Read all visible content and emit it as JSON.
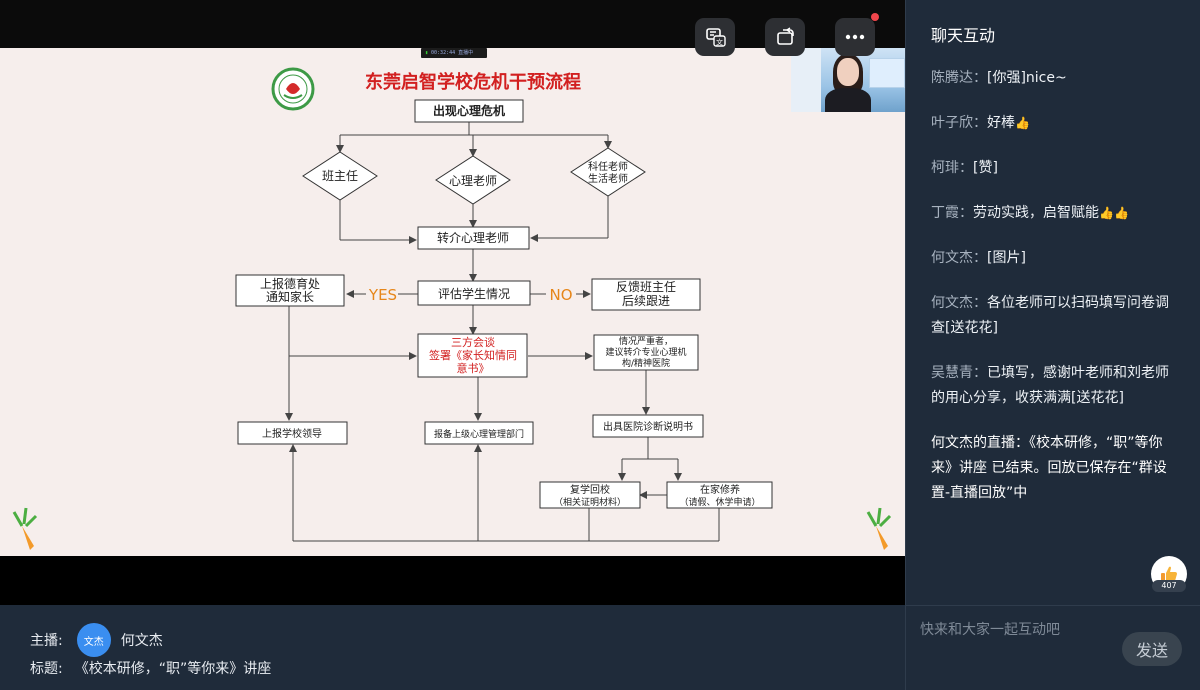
{
  "colors": {
    "panel_bg": "#1f2b3a",
    "slide_bg": "#f6eeec",
    "title_red": "#d22020",
    "yes_no_orange": "#e6861a",
    "accent_blue": "#3a8ef0"
  },
  "toolbar": {
    "subtitle_icon": "subtitle-translate-icon",
    "rotate_icon": "rotate-screen-icon",
    "more_icon": "more-dots-icon"
  },
  "recording": {
    "time": "00:32:44",
    "status": "直播中"
  },
  "slide": {
    "title": "东莞启智学校危机干预流程",
    "nodes": {
      "start": "出现心理危机",
      "class_teacher": "班主任",
      "psych_teacher": "心理老师",
      "subject_teacher_1": "科任老师",
      "subject_teacher_2": "生活老师",
      "referral": "转介心理老师",
      "evaluate": "评估学生情况",
      "report_moral_1": "上报德育处",
      "report_moral_2": "通知家长",
      "feedback_1": "反馈班主任",
      "feedback_2": "后续跟进",
      "yes": "YES",
      "no": "NO",
      "meeting_1": "三方会谈",
      "meeting_2": "签署《家长知情同",
      "meeting_3": "意书》",
      "severe_1": "情况严重者，",
      "severe_2": "建议转介专业心理机",
      "severe_3": "构/精神医院",
      "report_leader": "上报学校领导",
      "report_dept": "报备上级心理管理部门",
      "diagnosis": "出具医院诊断说明书",
      "return_1": "复学回校",
      "return_2": "（相关证明材料）",
      "home_1": "在家修养",
      "home_2": "（请假、休学申请）"
    }
  },
  "chat": {
    "title": "聊天互动",
    "messages": [
      {
        "nick": "陈腾达：",
        "text": "[你强]nice~",
        "thumbs": 0
      },
      {
        "nick": "叶子欣：",
        "text": "好棒",
        "thumbs": 1
      },
      {
        "nick": "柯琲：",
        "text": "[赞]",
        "thumbs": 0
      },
      {
        "nick": "丁霞：",
        "text": "劳动实践，启智赋能",
        "thumbs": 2
      },
      {
        "nick": "何文杰：",
        "text": "[图片]",
        "thumbs": 0
      },
      {
        "nick": "何文杰：",
        "text": "各位老师可以扫码填写问卷调查[送花花]",
        "thumbs": 0
      },
      {
        "nick": "吴慧青：",
        "text": "已填写，感谢叶老师和刘老师的用心分享，收获满满[送花花]",
        "thumbs": 0
      }
    ],
    "system_message": "何文杰的直播：《校本研修，“职”等你来》讲座 已结束。回放已保存在“群设置-直播回放”中",
    "like_count": "407",
    "input_placeholder": "快来和大家一起互动吧",
    "send_label": "发送"
  },
  "info": {
    "host_label": "主播:",
    "host_avatar_text": "文杰",
    "host_name": "何文杰",
    "title_label": "标题:",
    "title": "《校本研修，“职”等你来》讲座"
  }
}
